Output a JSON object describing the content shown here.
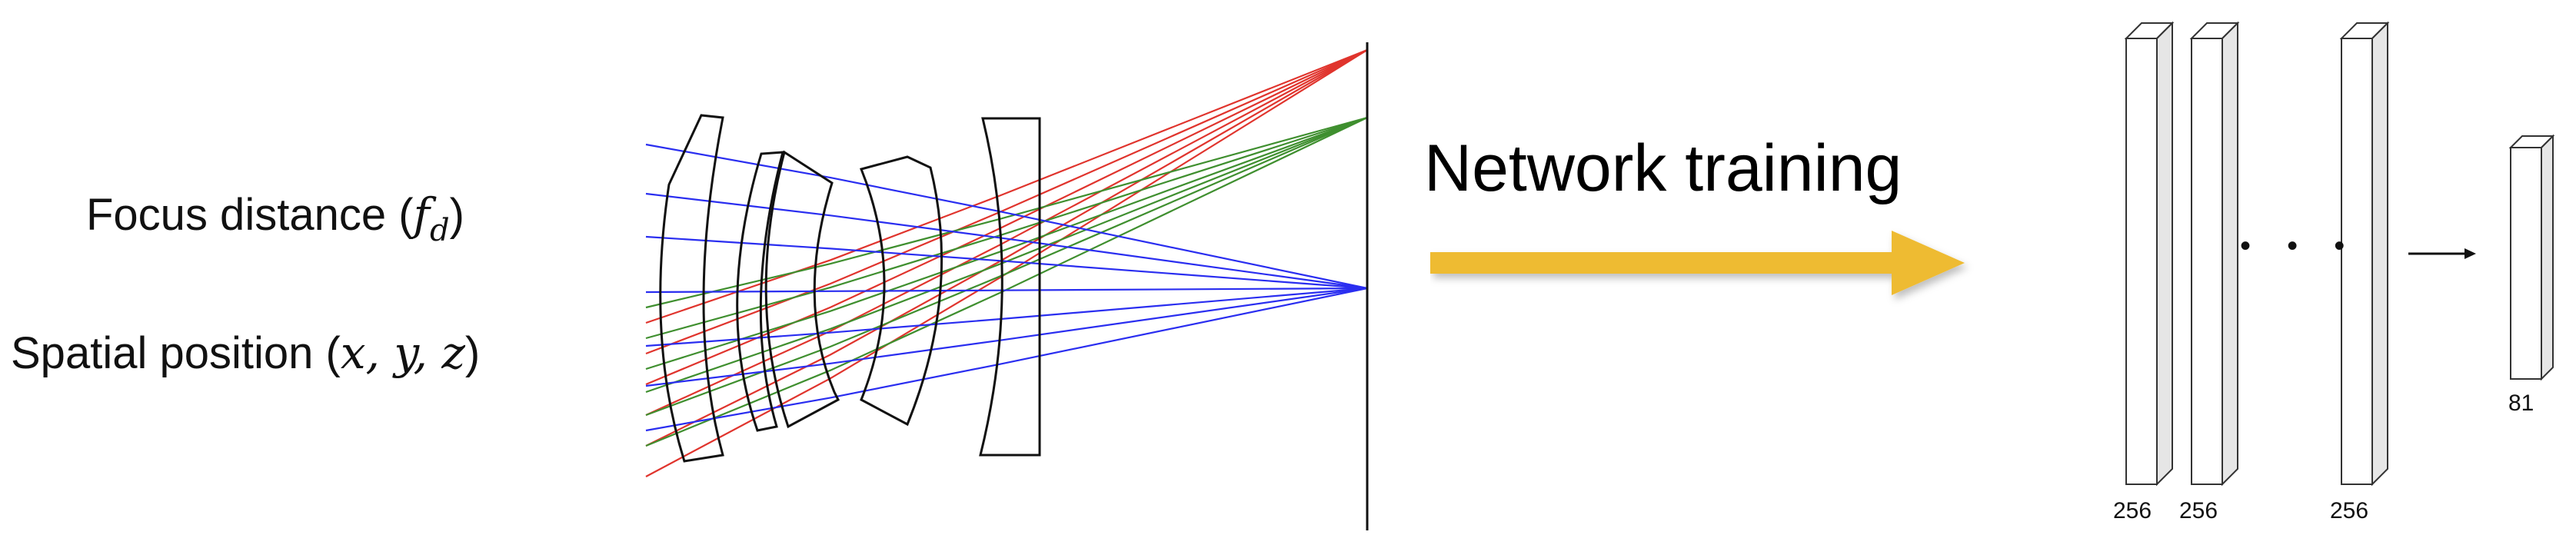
{
  "inputs": {
    "focus_label": "Focus distance",
    "focus_symbol": "f",
    "focus_subscript": "d",
    "position_label": "Spatial position",
    "position_symbols": "x, y, z"
  },
  "arrow_label": "Network training",
  "network": {
    "layer_sizes": [
      "256",
      "256",
      "256"
    ],
    "ellipsis": "• • •",
    "output_size": "81"
  },
  "colors": {
    "ray_red": "#e0342d",
    "ray_green": "#3f8f2f",
    "ray_blue": "#2a2ef0",
    "arrow_yellow": "#eebb33",
    "lens_outline": "#111111",
    "layer_face": "#ffffff",
    "layer_side": "#e6e6e6"
  }
}
